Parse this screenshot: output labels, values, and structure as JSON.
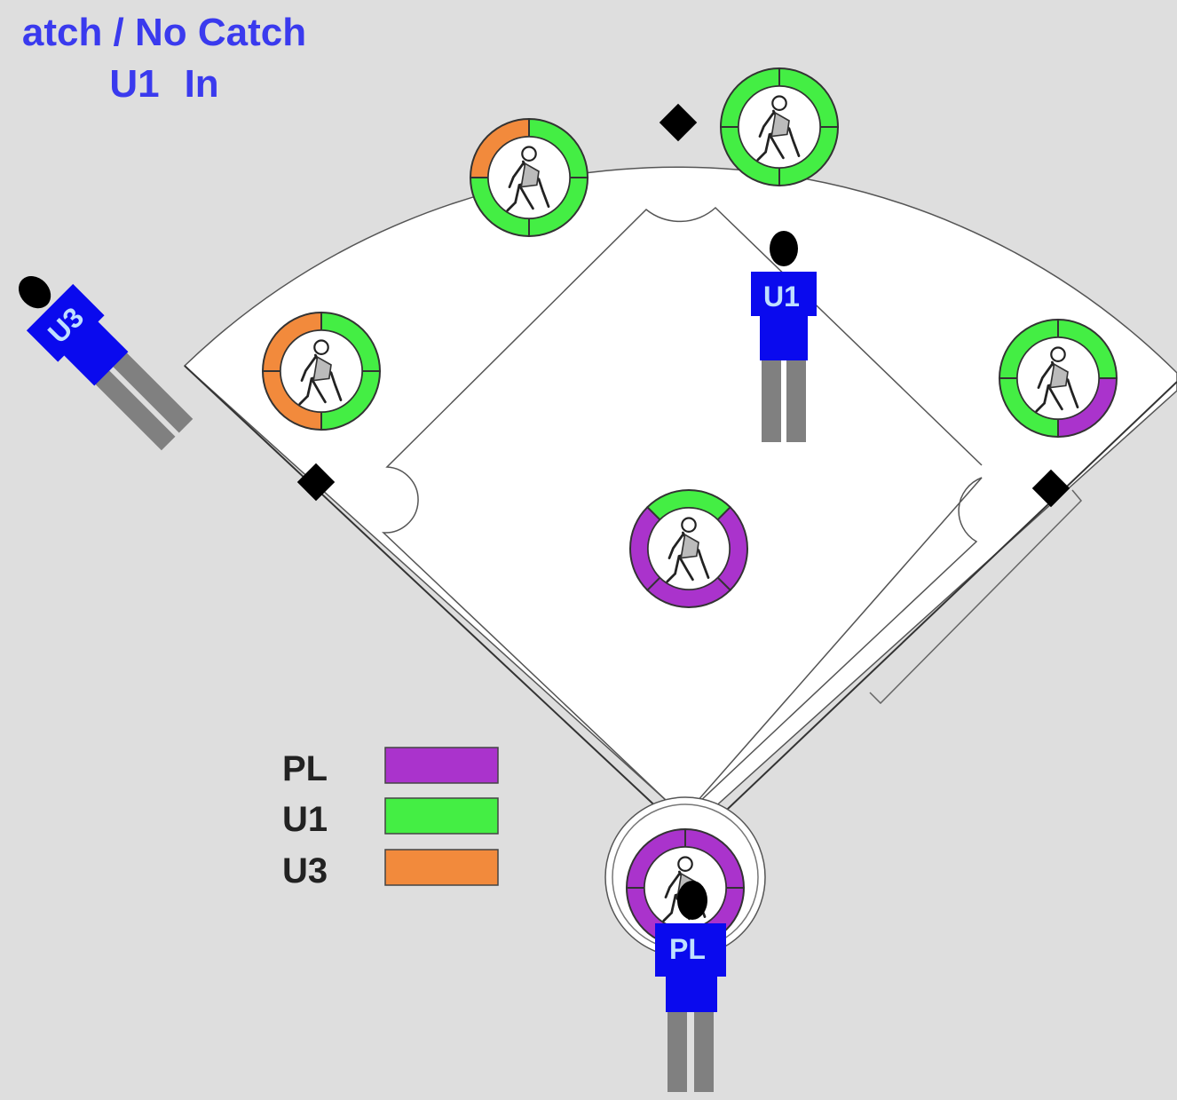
{
  "title": {
    "line1": "atch / No Catch",
    "line2_a": "U1",
    "line2_b": "In"
  },
  "colors": {
    "PL": "#aa33cc",
    "U1": "#44ee44",
    "U3": "#f28a3c",
    "umpire_shirt": "#0a0aee",
    "field": "#ffffff",
    "background": "#dedede"
  },
  "legend": [
    {
      "label": "PL",
      "color": "#aa33cc"
    },
    {
      "label": "U1",
      "color": "#44ee44"
    },
    {
      "label": "U3",
      "color": "#f28a3c"
    }
  ],
  "umpires": {
    "u1": {
      "label": "U1"
    },
    "u3": {
      "label": "U3"
    },
    "pl": {
      "label": "PL"
    }
  },
  "fielders": [
    {
      "name": "left-fielder",
      "segments": [
        "U1",
        "U1",
        "U3",
        "U3"
      ]
    },
    {
      "name": "center-fielder",
      "segments": [
        "U1",
        "U1",
        "U1",
        "U3"
      ]
    },
    {
      "name": "right-center-fielder",
      "segments": [
        "U1",
        "U1",
        "U1",
        "U1"
      ]
    },
    {
      "name": "right-fielder",
      "segments": [
        "U1",
        "PL",
        "U1",
        "U1"
      ]
    },
    {
      "name": "pitcher",
      "segments": [
        "U1",
        "PL",
        "PL",
        "PL"
      ]
    },
    {
      "name": "catcher",
      "segments": [
        "PL",
        "PL",
        "PL",
        "PL"
      ]
    }
  ]
}
